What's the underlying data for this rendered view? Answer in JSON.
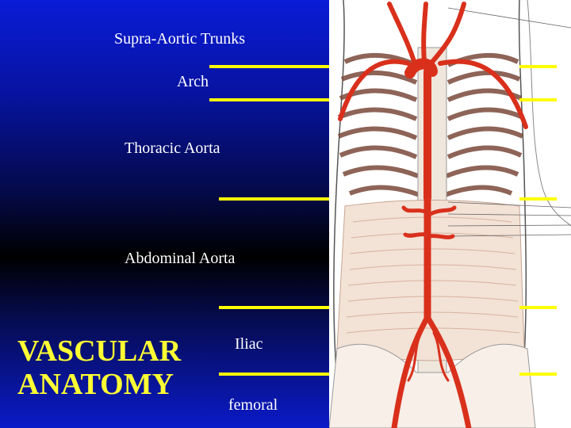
{
  "labels": {
    "supra_aortic": "Supra-Aortic Trunks",
    "arch": "Arch",
    "thoracic": "Thoracic Aorta",
    "abdominal": "Abdominal Aorta",
    "iliac": "Iliac",
    "femoral": "femoral"
  },
  "title": {
    "line1": "VASCULAR",
    "line2": "ANATOMY"
  },
  "colors": {
    "title": "#ffff33",
    "pointer_lines": "#ffff00",
    "artery": "#d9301c",
    "background_top": "#0a1cd6"
  }
}
